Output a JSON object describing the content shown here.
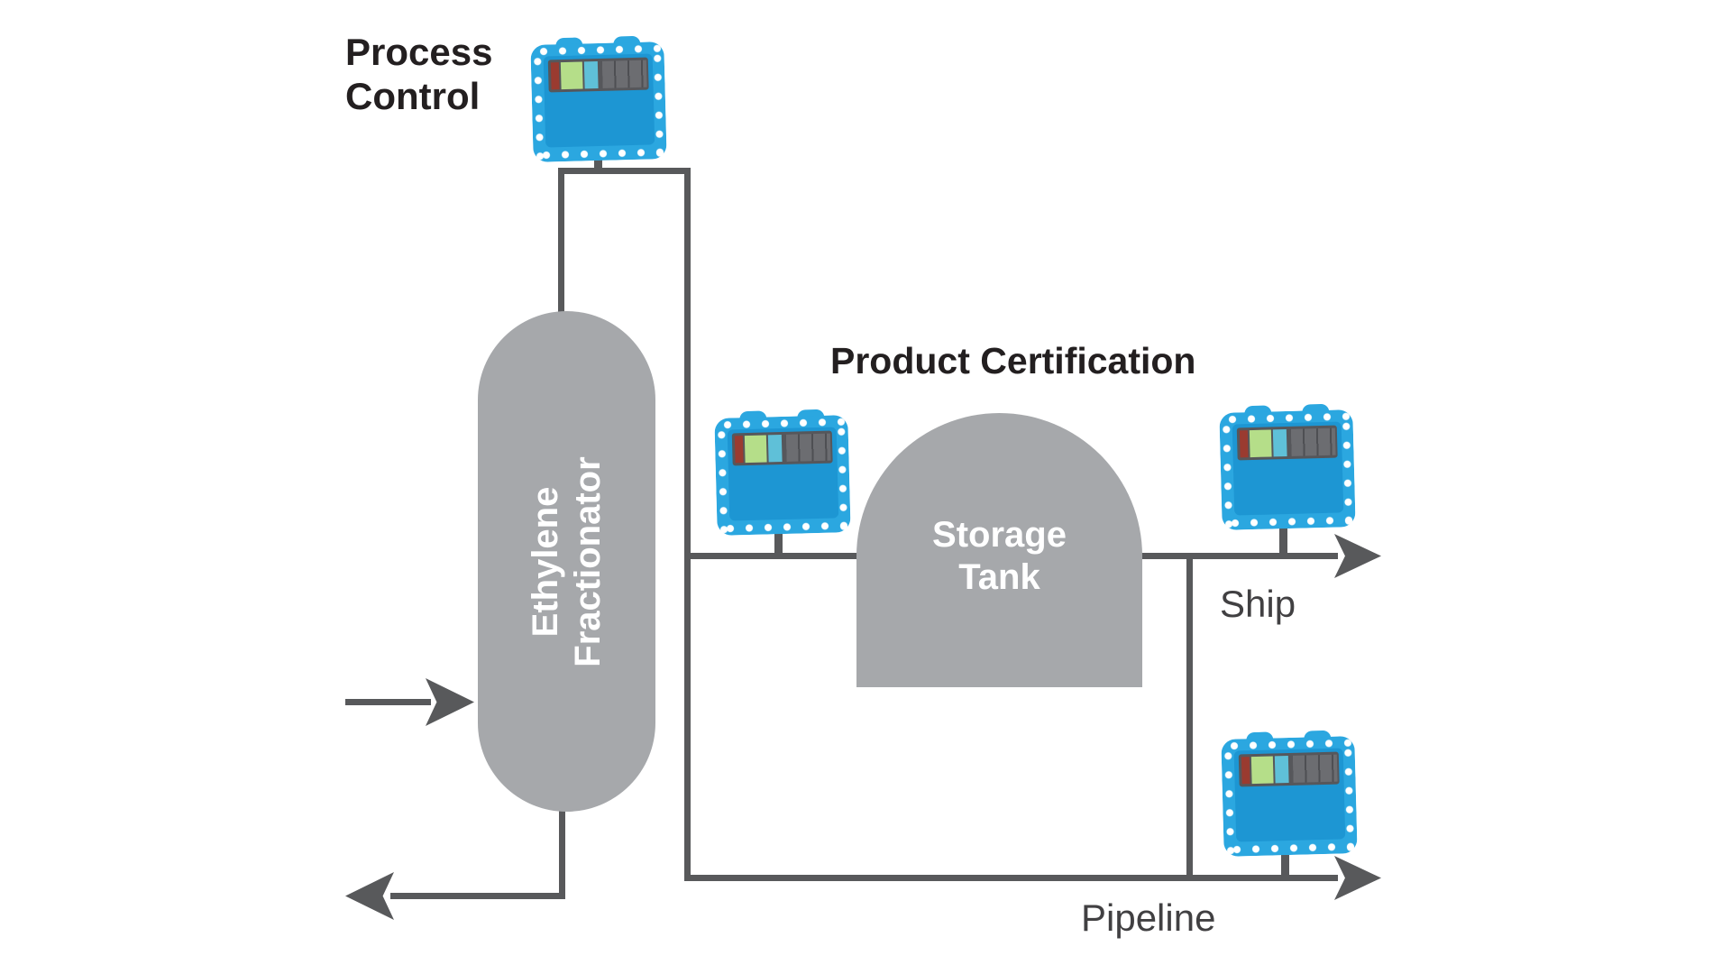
{
  "labels": {
    "process_control": {
      "line1": "Process",
      "line2": "Control"
    },
    "product_certification": "Product Certification",
    "ship": "Ship",
    "pipeline": "Pipeline"
  },
  "equipment": {
    "fractionator": {
      "line1": "Ethylene",
      "line2": "Fractionator"
    },
    "storage_tank": {
      "line1": "Storage",
      "line2": "Tank"
    }
  },
  "icons": {
    "analyzer": "gas-chromatograph-analyzer-icon",
    "arrow": "flow-arrow-icon"
  },
  "colors": {
    "line": "#58595B",
    "equipment_gray": "#A6A8AB",
    "analyzer_blue": "#2BA7E0",
    "analyzer_blue_dark": "#1D96D3",
    "analyzer_window": "#56575B",
    "label_text": "#231F20",
    "secondary_text": "#414042",
    "vessel_label_text": "#FFFFFF"
  },
  "flow": {
    "connections": [
      "feed-arrow into Ethylene Fractionator",
      "fractionator overhead up past Process Control analyzer",
      "overhead line down to Storage Tank feed with analyzer",
      "Storage Tank outlet right to Ship arrow with analyzer",
      "branch down from Ship line to Pipeline arrow with analyzer",
      "fractionator bottoms out to left arrow"
    ]
  }
}
